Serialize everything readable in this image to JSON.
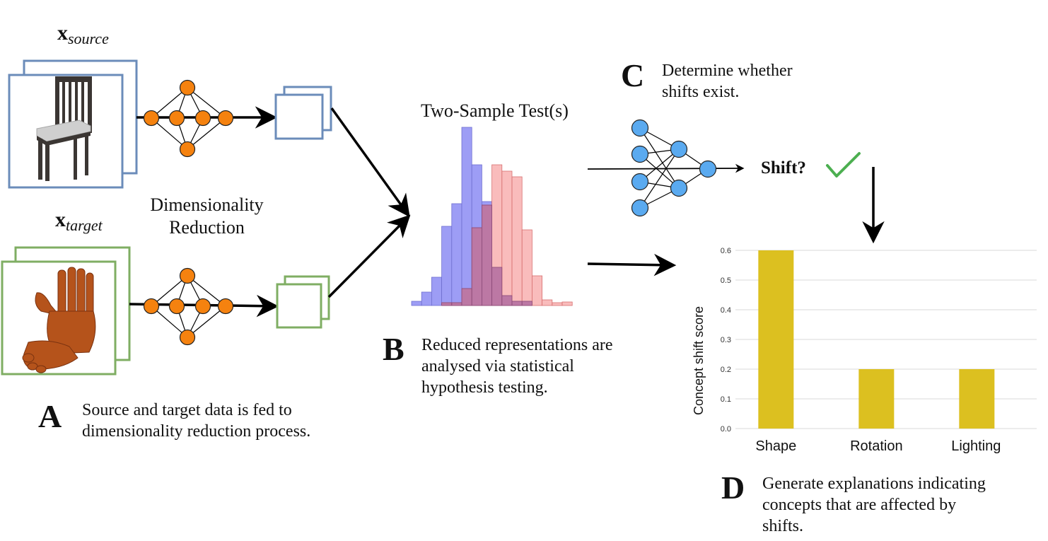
{
  "labels": {
    "x_main": "x",
    "source_sub": "source",
    "target_sub": "target",
    "dim_reduction": [
      "Dimensionality",
      "Reduction"
    ],
    "two_sample": "Two-Sample Test(s)",
    "shift": "Shift?"
  },
  "steps": {
    "A": {
      "letter": "A",
      "text": [
        "Source and target data is fed to",
        "dimensionality reduction process."
      ]
    },
    "B": {
      "letter": "B",
      "text": [
        "Reduced representations are",
        "analysed via statistical",
        "hypothesis testing."
      ]
    },
    "C": {
      "letter": "C",
      "text": [
        "Determine whether",
        "shifts exist."
      ]
    },
    "D": {
      "letter": "D",
      "text": [
        "Generate explanations indicating",
        "concepts that are affected by",
        "shifts."
      ]
    }
  },
  "colors": {
    "source_frame": "#6b8cba",
    "target_frame": "#7fae63",
    "node_orange": "#f5820f",
    "node_blue": "#5aaaf0",
    "hist_blue": "#9d9df5",
    "hist_red": "#f7a6a6",
    "hist_overlap": "#b0699c",
    "bar_yellow": "#dcc020",
    "check_green": "#4caf50"
  },
  "icons": {
    "source_image": "chair-icon",
    "target_image": "hand-chair-icon",
    "check": "checkmark-icon"
  },
  "chart_data": {
    "type": "bar",
    "categories": [
      "Shape",
      "Rotation",
      "Lighting"
    ],
    "values": [
      0.6,
      0.2,
      0.2
    ],
    "ylabel": "Concept shift score",
    "ylim": [
      0,
      0.6
    ],
    "yticks": [
      "0.0",
      "0.1",
      "0.2",
      "0.3",
      "0.4",
      "0.5",
      "0.6"
    ],
    "grid": true
  }
}
